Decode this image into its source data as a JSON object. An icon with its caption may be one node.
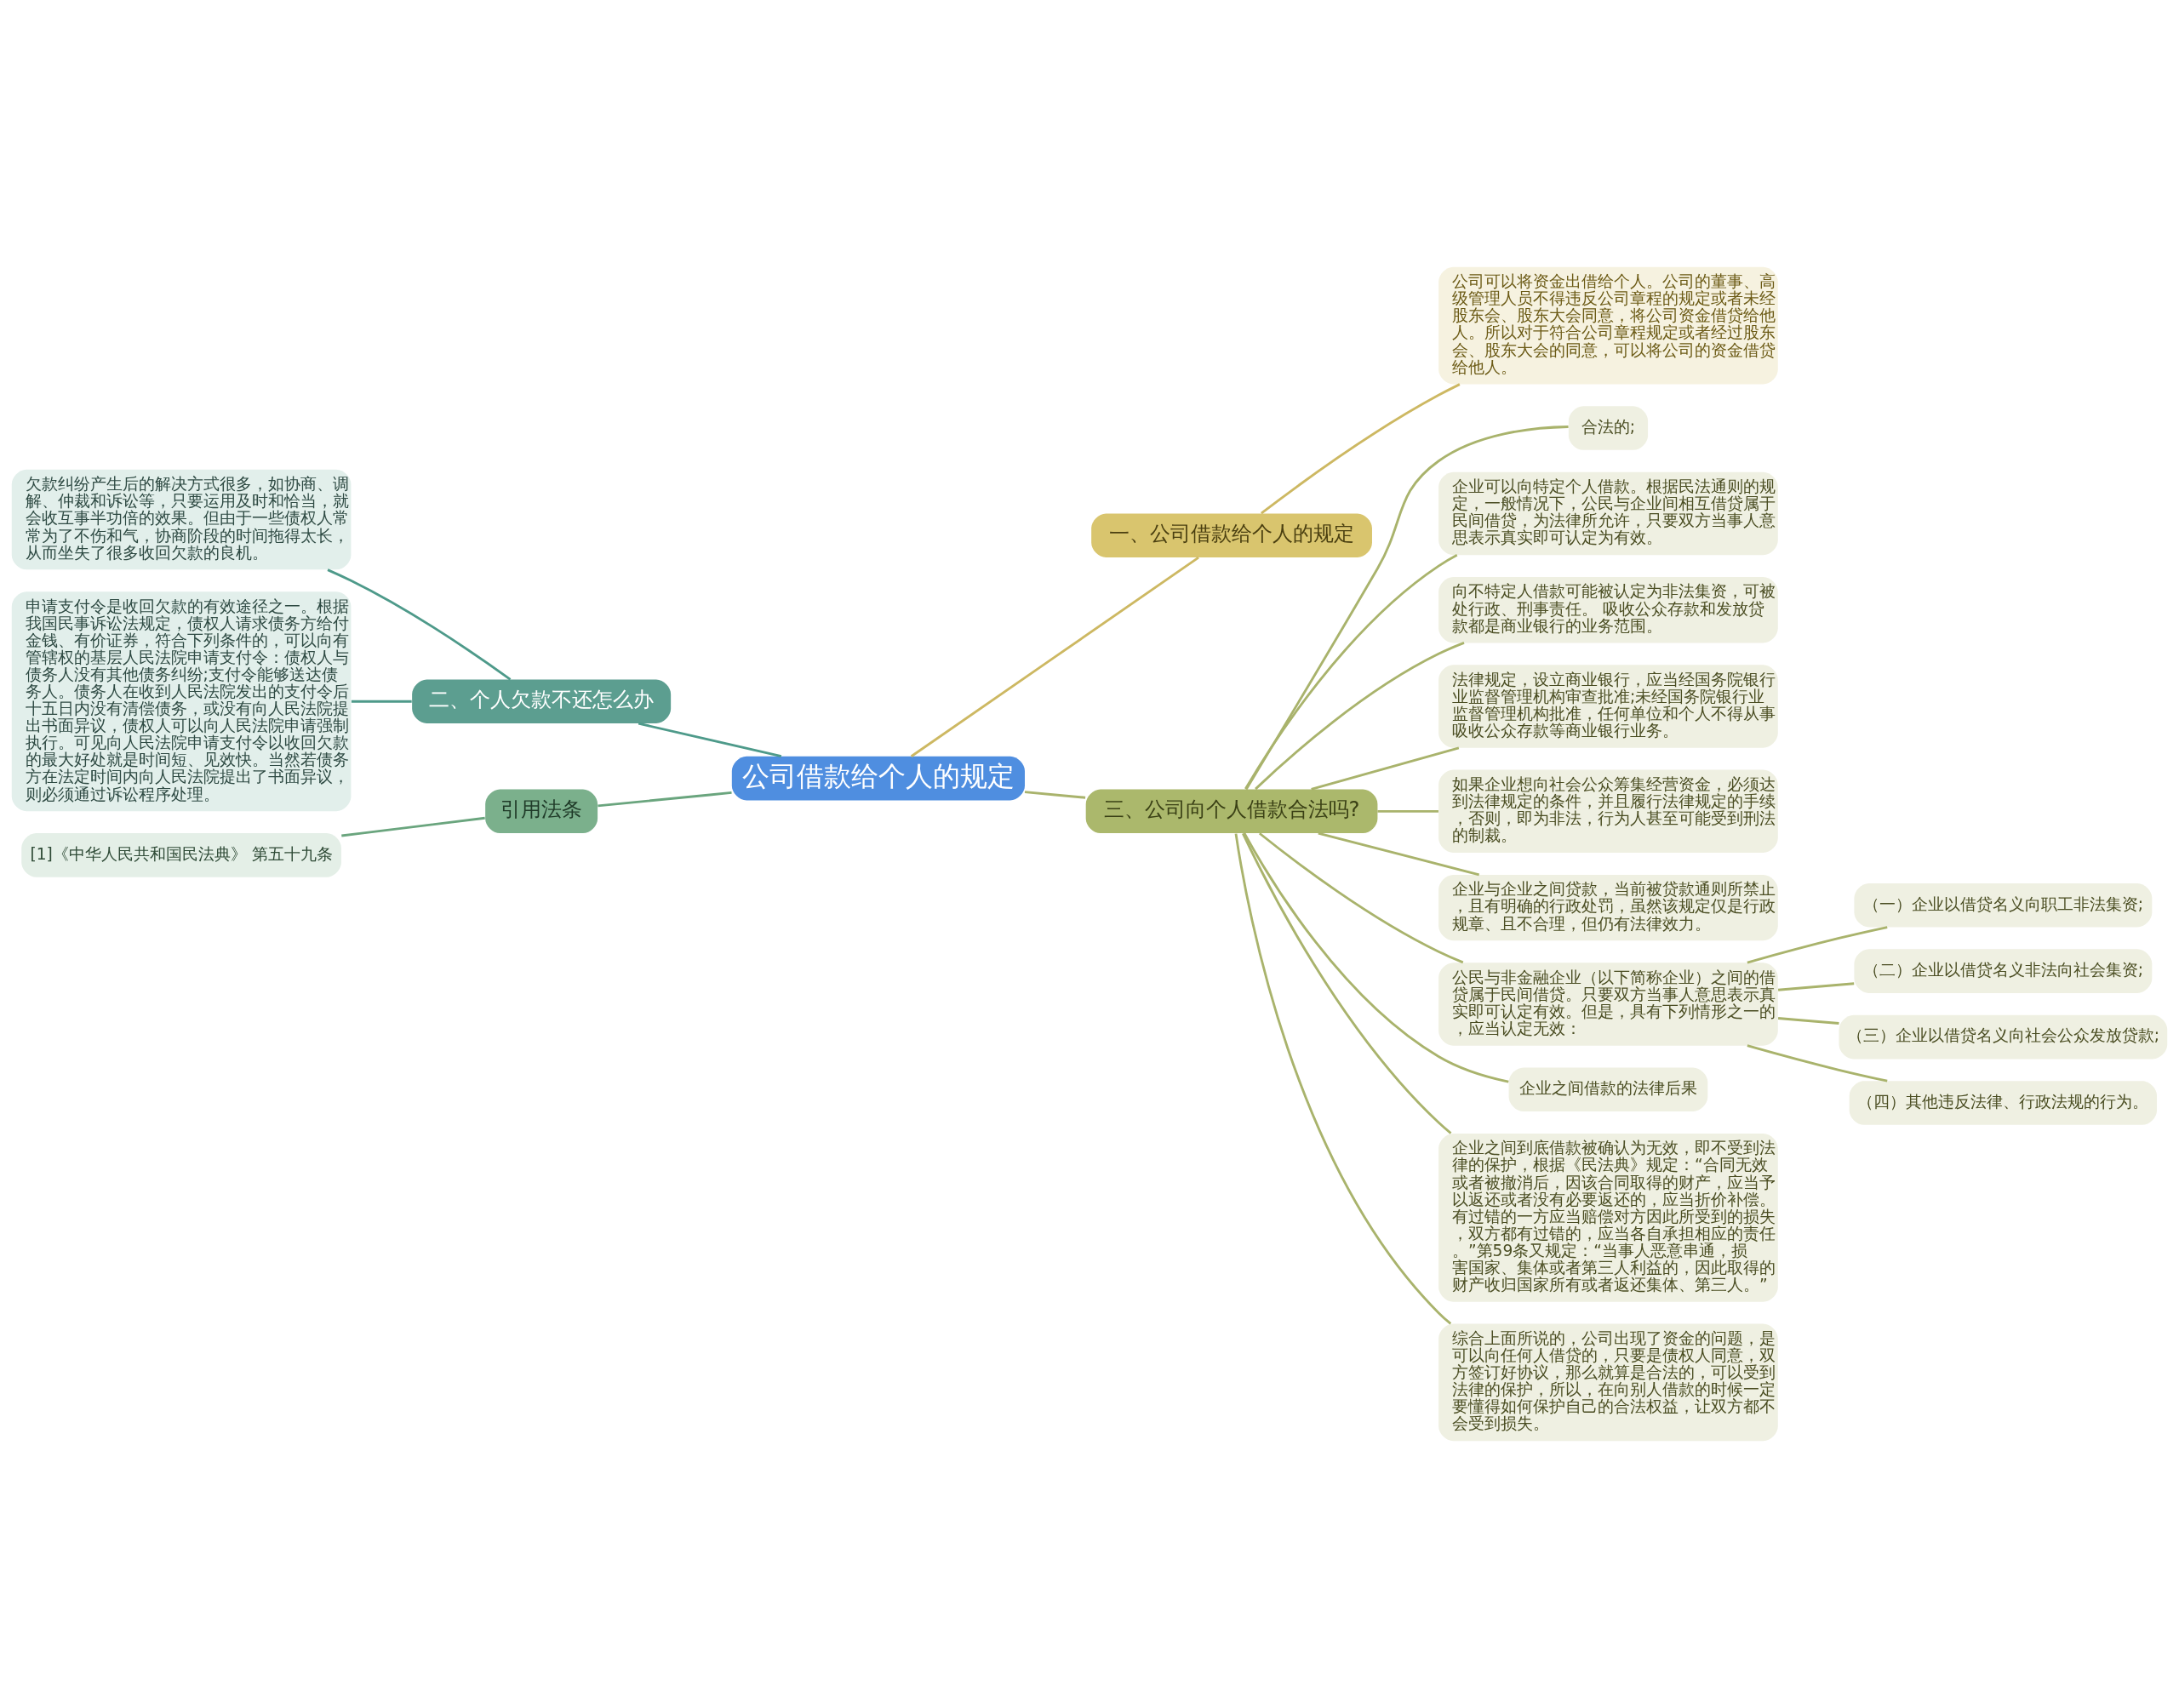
{
  "diagram": {
    "nodes": [
      {
        "text": [
          "公司借款给个人的规定"
        ]
      },
      {
        "text": [
          "一、公司借款给个人的规定"
        ]
      },
      {
        "text": [
          "公司可以将资金出借给个人。公司的董事、高级管理人员不得违反公司章程的规定或者未经股东会、股东大会同意，将公司资金借贷给他人。所以对于符合公司章程规定或者经过股东会、股东大会的同意，可以将公司的资金借贷给他人。"
        ]
      },
      {
        "text": [
          "二、个人欠款不还怎么办"
        ]
      },
      {
        "text": [
          "欠款纠纷产生后的解决方式很多，如协商、调解、仲裁和诉讼等，只要运用及时和恰当，就会收互事半功倍的效果。但由于一些债权人常常为了不伤和气，协商阶段的时间拖得太长，从而坐失了很多收回欠款的良机。"
        ]
      },
      {
        "text": [
          "申请支付令是收回欠款的有效途径之一。根据我国民事诉讼法规定，债权人请求债务方给付金钱、有价证券，符合下列条件的，可以向有管辖权的基层人民法院申请支付令：债权人与债务人没有其他债务纠纷;支付令能够送达债务人。债务人在收到人民法院发出的支付令后十五日内没有清偿债务，或没有向人民法院提出书面异议，债权人可以向人民法院申请强制执行。可见向人民法院申请支付令以收回欠款的最大好处就是时间短、见效快。当然若债务方在法定时间内向人民法院提出了书面异议，则必须通过诉讼程序处理。"
        ]
      },
      {
        "text": [
          "引用法条"
        ]
      },
      {
        "text": [
          "[1]《中华人民共和国民法典》 第五十九条"
        ]
      },
      {
        "text": [
          "三、公司向个人借款合法吗?"
        ]
      },
      {
        "text": [
          "合法的;"
        ]
      },
      {
        "text": [
          "企业可以向特定个人借款。根据民法通则的规定，一般情况下，公民与企业间相互借贷属于民间借贷，为法律所允许，只要双方当事人意思表示真实即可认定为有效。"
        ]
      },
      {
        "text": [
          "向不特定人借款可能被认定为非法集资，可被处行政、刑事责任。 吸收公众存款和发放贷款都是商业银行的业务范围。"
        ]
      },
      {
        "text": [
          "法律规定，设立商业银行，应当经国务院银行业监督管理机构审查批准;未经国务院银行业监督管理机构批准，任何单位和个人不得从事吸收公众存款等商业银行业务。"
        ]
      },
      {
        "text": [
          "如果企业想向社会公众筹集经营资金，必须达到法律规定的条件，并且履行法律规定的手续，否则，即为非法，行为人甚至可能受到刑法的制裁。"
        ]
      },
      {
        "text": [
          "企业与企业之间贷款，当前被贷款通则所禁止，且有明确的行政处罚，虽然该规定仅是行政规章、且不合理，但仍有法律效力。"
        ]
      },
      {
        "text": [
          "公民与非金融企业（以下简称企业）之间的借贷属于民间借贷。只要双方当事人意思表示真实即可认定有效。但是，具有下列情形之一的，应当认定无效："
        ]
      },
      {
        "text": [
          "（一）企业以借贷名义向职工非法集资;"
        ]
      },
      {
        "text": [
          "（二）企业以借贷名义非法向社会集资;"
        ]
      },
      {
        "text": [
          "（三）企业以借贷名义向社会公众发放贷款;"
        ]
      },
      {
        "text": [
          "（四）其他违反法律、行政法规的行为。"
        ]
      },
      {
        "text": [
          "企业之间借款的法律后果"
        ]
      },
      {
        "text": [
          "企业之间到底借款被确认为无效，即不受到法律的保护，根据《民法典》规定：“合同无效或者被撤消后，因该合同取得的财产，应当予以返还或者没有必要返还的，应当折价补偿。有过错的一方应当赔偿对方因此所受到的损失，双方都有过错的，应当各自承担相应的责任。”第59条又规定：“当事人恶意串通，损害国家、集体或者第三人利益的，因此取得的财产收归国家所有或者返还集体、第三人。”"
        ]
      },
      {
        "text": [
          "综合上面所说的，公司出现了资金的问题，是可以向任何人借贷的，只要是债权人同意，双方签订好协议，那么就算是合法的，可以受到法律的保护，所以，在向别人借款的时候一定要懂得如何保护自己的合法权益，让双方都不会受到损失。"
        ]
      }
    ],
    "edges": [
      {
        "from": 0,
        "to": 1,
        "arrow": "none",
        "color": "#cdb862"
      },
      {
        "from": 1,
        "to": 2,
        "arrow": "none",
        "color": "#cdb862"
      },
      {
        "from": 0,
        "to": 3,
        "arrow": "none",
        "color": "#4e9a8a"
      },
      {
        "from": 3,
        "to": 4,
        "arrow": "none",
        "color": "#4e9a8a"
      },
      {
        "from": 3,
        "to": 5,
        "arrow": "none",
        "color": "#4e9a8a"
      },
      {
        "from": 0,
        "to": 6,
        "arrow": "none",
        "color": "#6aa57e"
      },
      {
        "from": 6,
        "to": 7,
        "arrow": "none",
        "color": "#6aa57e"
      },
      {
        "from": 0,
        "to": 8,
        "arrow": "none"
      },
      {
        "from": 8,
        "to": 9,
        "arrow": "none"
      },
      {
        "from": 8,
        "to": 10,
        "arrow": "none"
      },
      {
        "from": 8,
        "to": 11,
        "arrow": "none"
      },
      {
        "from": 8,
        "to": 12,
        "arrow": "none"
      },
      {
        "from": 8,
        "to": 13,
        "arrow": "none"
      },
      {
        "from": 8,
        "to": 14,
        "arrow": "none"
      },
      {
        "from": 8,
        "to": 15,
        "arrow": "none"
      },
      {
        "from": 15,
        "to": 16,
        "arrow": "none"
      },
      {
        "from": 15,
        "to": 17,
        "arrow": "none"
      },
      {
        "from": 15,
        "to": 18,
        "arrow": "none"
      },
      {
        "from": 15,
        "to": 19,
        "arrow": "none"
      },
      {
        "from": 8,
        "to": 20,
        "arrow": "none"
      },
      {
        "from": 8,
        "to": 21,
        "arrow": "none"
      },
      {
        "from": 8,
        "to": 22,
        "arrow": "none"
      }
    ]
  }
}
